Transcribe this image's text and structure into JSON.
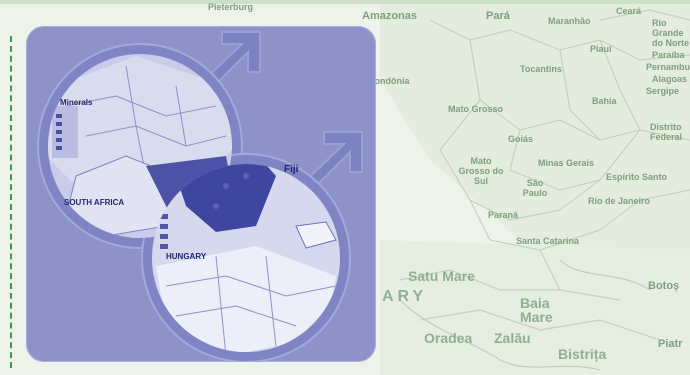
{
  "background_map": {
    "labels": {
      "pieterbourg": "Pieterburg",
      "amazonas": "Amazonas",
      "para": "Pará",
      "maranhao": "Maranhão",
      "ceara": "Ceará",
      "rio_grande": "Rio Grande do Norte",
      "piaui": "Piauí",
      "paraiba": "Paraíba",
      "pernambuco": "Pernambuco",
      "alagoas": "Alagoas",
      "sergipe": "Sergipe",
      "tocantins": "Tocantins",
      "rondonia": "Rondônia",
      "bahia": "Bahia",
      "mato_grosso": "Mato Grosso",
      "goias": "Goiás",
      "distrito_federal": "Distrito Federal",
      "mato_grosso_do_sul": "Mato Grosso do Sul",
      "minas_gerais": "Minas Gerais",
      "sao_paulo": "São Paulo",
      "espirito_santo": "Espírito Santo",
      "rio_de_janeiro": "Rio de Janeiro",
      "parana": "Paraná",
      "santa_catarina": "Santa Catarina",
      "satu_mare": "Satu Mare",
      "ary": "ARY",
      "baia_mare": "Baia Mare",
      "oradea": "Oradea",
      "zalau": "Zalău",
      "bistrita": "Bistrița",
      "botosani": "Botoș",
      "piatra": "Piatr"
    }
  },
  "panel": {
    "inner_labels": {
      "minerals": "Minerals",
      "south_africa": "SOUTH AFRICA",
      "fiji": "Fiji",
      "hungary": "HUNGARY"
    }
  }
}
